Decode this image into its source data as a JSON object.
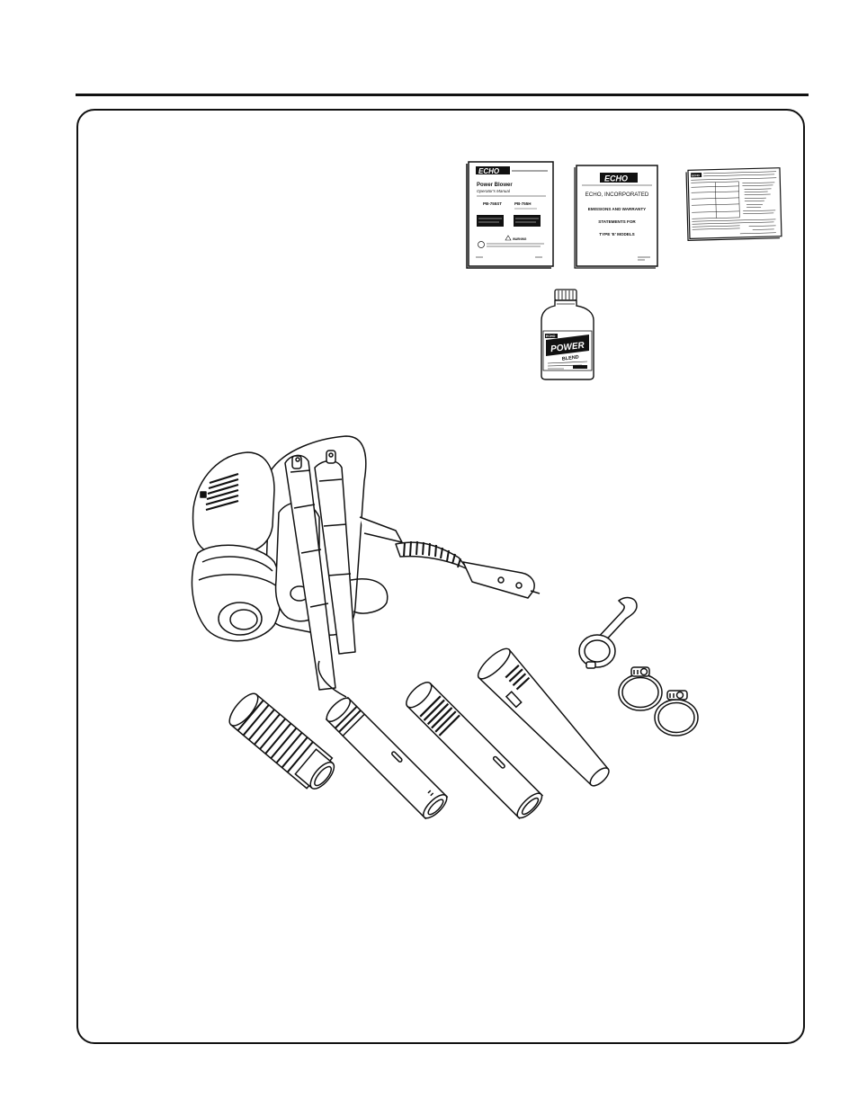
{
  "operators_manual": {
    "brand": "ECHO",
    "title": "Power Blower",
    "subtitle": "Operator's Manual",
    "model_left": "PB-755ST",
    "model_right": "PB-755H",
    "warning_word": "WARNING"
  },
  "warranty_booklet": {
    "brand": "ECHO",
    "company": "ECHO, INCORPORATED",
    "line1": "EMISSIONS AND WARRANTY",
    "line2": "STATEMENTS FOR",
    "line3": "TYPE 'E' MODELS"
  },
  "warranty_card": {
    "brand": "ECHO"
  },
  "oil_bottle": {
    "brand": "ECHO",
    "label": "POWER",
    "sublabel": "BLEND"
  },
  "colors": {
    "ink": "#111111",
    "paper": "#ffffff"
  }
}
